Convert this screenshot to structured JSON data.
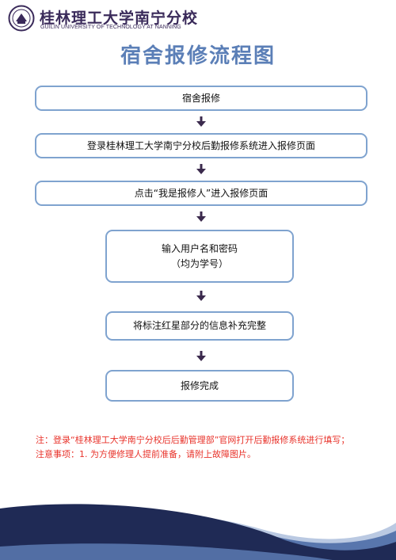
{
  "header": {
    "school_name": "桂林理工大学南宁分校",
    "school_name_en": "GUILIN UNIVERSITY OF TECHNOLOGY AT NANNING"
  },
  "title": "宿舍报修流程图",
  "steps": [
    {
      "label": "宿舍报修"
    },
    {
      "label": "登录桂林理工大学南宁分校后勤报修系统进入报修页面"
    },
    {
      "label": "点击“我是报修人”进入报修页面"
    },
    {
      "label": "输入用户名和密码",
      "sub": "（均为学号）"
    },
    {
      "label": "将标注红星部分的信息补充完整"
    },
    {
      "label": "报修完成"
    }
  ],
  "notes": [
    "注：登录“桂林理工大学南宁分校后后勤管理部”官网打开后勤报修系统进行填写；",
    "注意事项：1. 为方便修理人提前准备，请附上故障图片。"
  ],
  "colors": {
    "box_border": "#7fa3cf",
    "title": "#5b7fb7",
    "arrow": "#3b2a4d",
    "note": "#e8322a",
    "wave_dark": "#1f2a55",
    "wave_mid": "#5876ad",
    "wave_light": "#aebfdd"
  }
}
